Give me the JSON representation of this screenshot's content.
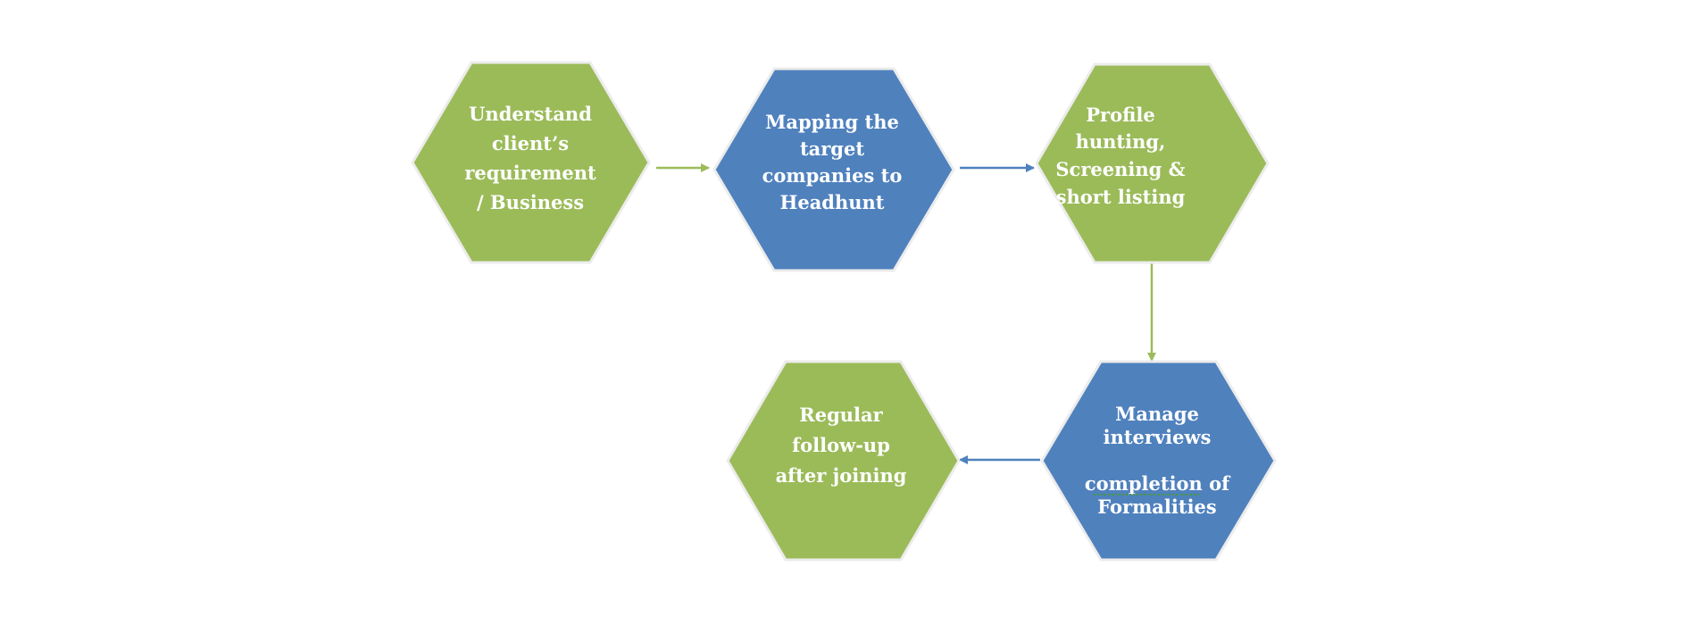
{
  "colors": {
    "green": "#9bbb59",
    "blue": "#4f81bd",
    "border": "#ececec",
    "text": "#ffffff"
  },
  "nodes": [
    {
      "id": "understand",
      "lines": [
        "Understand",
        "client’s",
        "requirement",
        "/ Business"
      ],
      "color": "green"
    },
    {
      "id": "mapping",
      "lines": [
        "Mapping the",
        "target",
        "companies to",
        "Headhunt"
      ],
      "color": "blue"
    },
    {
      "id": "profile",
      "lines": [
        "Profile",
        "hunting,",
        "Screening &",
        "short listing"
      ],
      "color": "green"
    },
    {
      "id": "manage",
      "lines": [
        "Manage",
        "interviews",
        "",
        "completion of",
        "Formalities"
      ],
      "color": "blue"
    },
    {
      "id": "regular",
      "lines": [
        "Regular",
        "follow-up",
        "after joining"
      ],
      "color": "green"
    }
  ],
  "arrows": [
    {
      "from": "understand",
      "to": "mapping",
      "color": "green"
    },
    {
      "from": "mapping",
      "to": "profile",
      "color": "blue"
    },
    {
      "from": "profile",
      "to": "manage",
      "color": "green"
    },
    {
      "from": "manage",
      "to": "regular",
      "color": "blue"
    }
  ]
}
